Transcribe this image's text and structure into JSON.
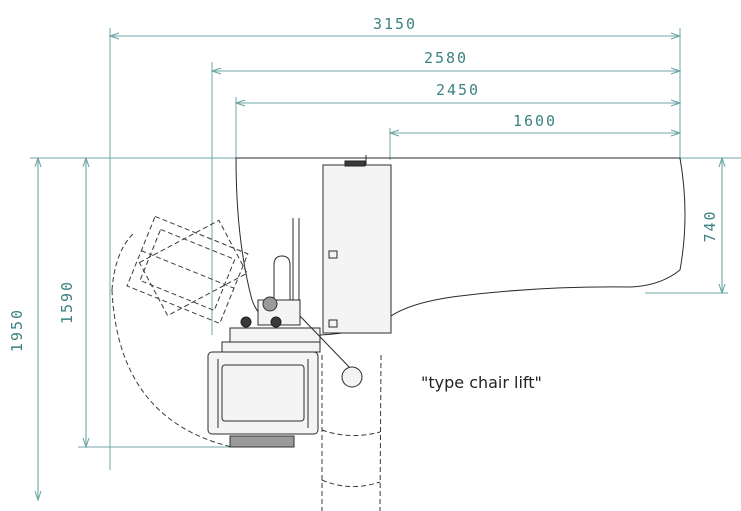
{
  "dimensions": {
    "d3150": "3150",
    "d2580": "2580",
    "d2450": "2450",
    "d1600": "1600",
    "d740": "740",
    "d1590": "1590",
    "d1950": "1950"
  },
  "caption": "\"type chair lift\"",
  "colors": {
    "dimension": "#6fa7a7",
    "dimension_text": "#3d8282",
    "drawing": "#2b2b2b"
  }
}
